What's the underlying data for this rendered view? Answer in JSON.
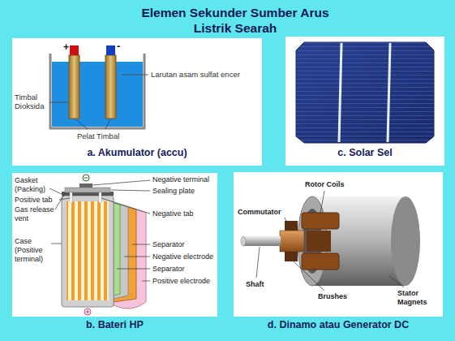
{
  "diagram": {
    "title": "Elemen Sekunder Sumber Arus Listrik Searah",
    "nodes": [
      {
        "text": [
          "a. Akumulator (accu)"
        ]
      },
      {
        "text": [
          "c. Solar Sel"
        ]
      },
      {
        "text": [
          "b. Bateri HP"
        ]
      },
      {
        "text": [
          "d. Dinamo atau Generator DC"
        ]
      }
    ],
    "labels": [
      "+",
      "-",
      "Larutan asam sulfat encer",
      "Timbal Dioksida",
      "Pelat Timbal",
      "Gasket (Packing)",
      "Positive tab",
      "Gas release vent",
      "Case (Positive terminal)",
      "Negative terminal",
      "Sealing plate",
      "Negative tab",
      "Separator",
      "Negative electrode",
      "Separator",
      "Positive electrode",
      "Rotor Coils",
      "Commutator",
      "Brushes",
      "Shaft",
      "Stator Magnets"
    ]
  }
}
